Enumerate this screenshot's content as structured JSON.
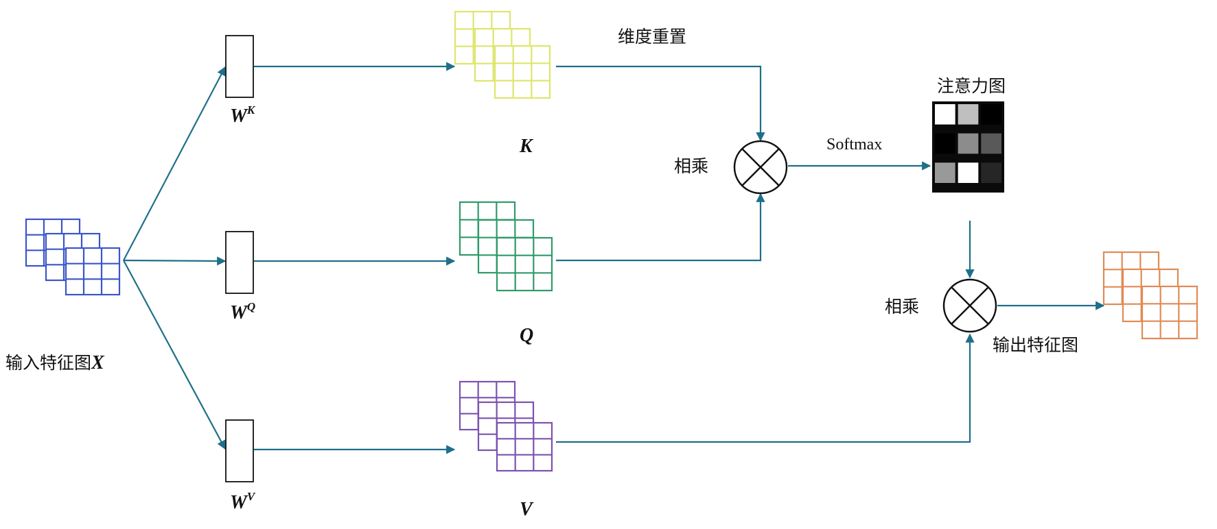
{
  "labels": {
    "input_text": "输入特征图",
    "input_var": "X",
    "reshape": "维度重置",
    "multiply_top": "相乘",
    "multiply_bottom": "相乘",
    "softmax": "Softmax",
    "attention_map": "注意力图",
    "output": "输出特征图"
  },
  "weights": [
    {
      "base": "W",
      "sup": "K"
    },
    {
      "base": "W",
      "sup": "Q"
    },
    {
      "base": "W",
      "sup": "V"
    }
  ],
  "features": [
    "K",
    "Q",
    "V"
  ],
  "colors": {
    "line": "#1e6f8a",
    "input_stack": "#3a55c8",
    "k_stack": "#dde66a",
    "q_stack": "#2f9a6a",
    "v_stack": "#7a52b0",
    "output_stack": "#e08a55"
  },
  "attention_matrix": [
    [
      1.0,
      0.75,
      0.0
    ],
    [
      0.0,
      0.55,
      0.35
    ],
    [
      0.6,
      1.0,
      0.15
    ]
  ]
}
